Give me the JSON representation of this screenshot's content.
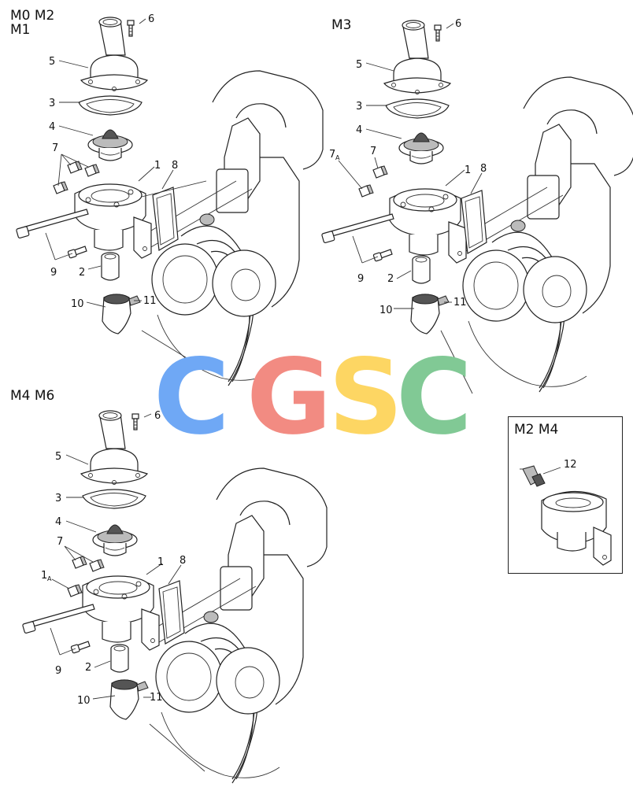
{
  "panels": [
    {
      "title_line1": "M0 M2",
      "title_line2": "M1"
    },
    {
      "title_line1": "M3"
    },
    {
      "title_line1": "M4  M6"
    },
    {
      "title_line1": "M2 M4"
    }
  ],
  "callouts": {
    "one": "1",
    "two": "2",
    "three": "3",
    "four": "4",
    "five": "5",
    "six": "6",
    "seven": "7",
    "seven_a": "7",
    "sub_a": "A",
    "eight": "8",
    "nine": "9",
    "ten": "10",
    "eleven": "11",
    "twelve": "12",
    "one_a": "1"
  },
  "watermark": {
    "letters": [
      "C",
      "G",
      "S",
      "C"
    ],
    "colors": [
      "#6fa8f5",
      "#f28b82",
      "#fdd663",
      "#81c995"
    ]
  }
}
